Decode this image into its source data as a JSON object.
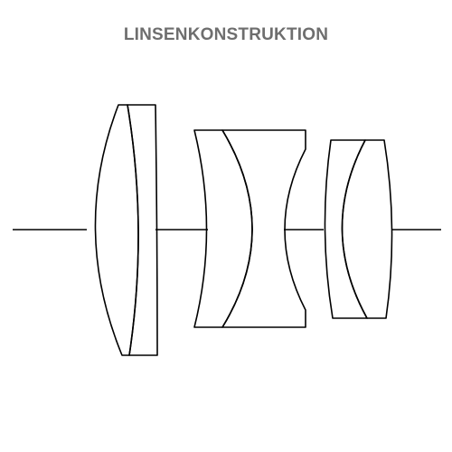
{
  "header": {
    "title": "LINSENKONSTRUKTION"
  },
  "diagram": {
    "line_color": "#000000",
    "title_color": "#6e6e6e",
    "background": "#ffffff",
    "lens_groups": 3,
    "elements_per_group": [
      2,
      2,
      2
    ]
  }
}
